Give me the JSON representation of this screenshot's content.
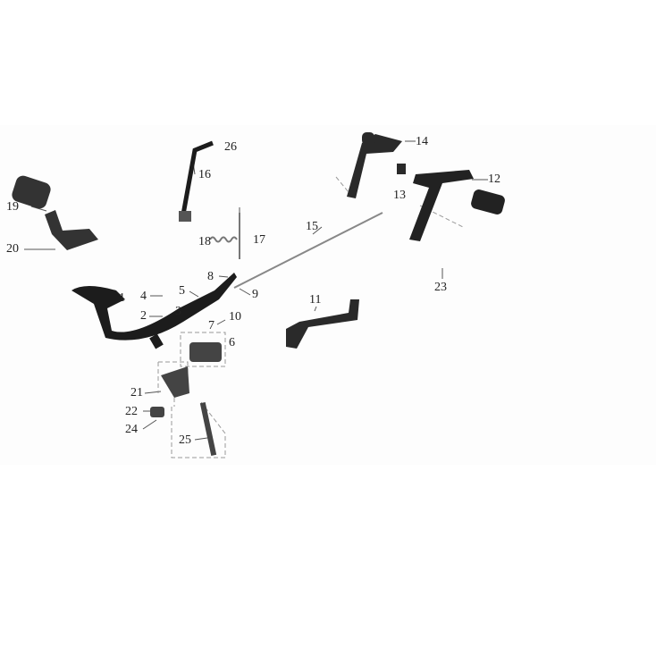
{
  "diagram": {
    "title": "",
    "callouts": [
      "1",
      "2",
      "3",
      "4",
      "5",
      "6",
      "7",
      "8",
      "9",
      "10",
      "11",
      "12",
      "13",
      "14",
      "15",
      "16",
      "17",
      "18",
      "19",
      "20",
      "21",
      "22",
      "23",
      "24",
      "25",
      "26"
    ]
  },
  "colors": {
    "part": "#1c1c1c",
    "metal": "#9a9a9a",
    "leader": "#555555"
  }
}
